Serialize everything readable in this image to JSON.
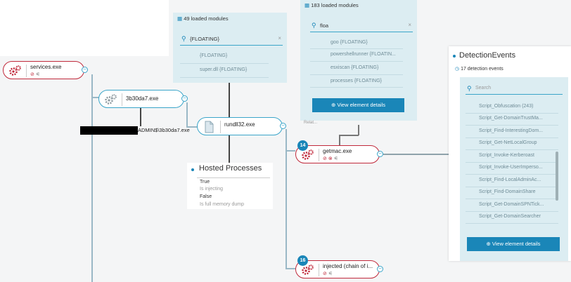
{
  "nodes": {
    "services": {
      "name": "services.exe"
    },
    "hash": {
      "name": "3b30da7.exe"
    },
    "rundll": {
      "name": "rundll32.exe"
    },
    "getmac": {
      "name": "getmac.exe",
      "badge": "14"
    },
    "injected": {
      "name": "injected (chain of i...",
      "badge": "16"
    }
  },
  "path_label": "ADMIN$\\3b30da7.exe",
  "modules_left": {
    "header": "49 loaded modules",
    "search_value": "{FLOATING}",
    "items": [
      "{FLOATING}",
      "super.dll {FLOATING}"
    ]
  },
  "modules_right": {
    "header": "183 loaded modules",
    "search_value": "floa",
    "items": [
      "goo {FLOATING}",
      "powershellrunner {FLOATIN...",
      "esxiscan {FLOATING}",
      "processes {FLOATING}"
    ],
    "button": "View element details",
    "below_text": "Relat..."
  },
  "hosted": {
    "title": "Hosted Processes",
    "rows": [
      "True",
      "Is injecting",
      "False",
      "Is full memory dump"
    ]
  },
  "detection": {
    "title": "DetectionEvents",
    "count": "17 detection events",
    "search_placeholder": "Search",
    "items": [
      "Script_Obfuscation (243)",
      "Script_Get-DomainTrustMa...",
      "Script_Find-InterestingDom...",
      "Script_Get-NetLocalGroup",
      "Script_Invoke-Kerberoast",
      "Script_Invoke-UserImperso...",
      "Script_Find-LocalAdminAc...",
      "Script_Find-DomainShare",
      "Script_Get-DomainSPNTick...",
      "Script_Get-DomainSearcher"
    ],
    "button": "View element details"
  },
  "colors": {
    "accent": "#1a86b8",
    "danger": "#c0293b",
    "panel": "#dcedf2"
  }
}
